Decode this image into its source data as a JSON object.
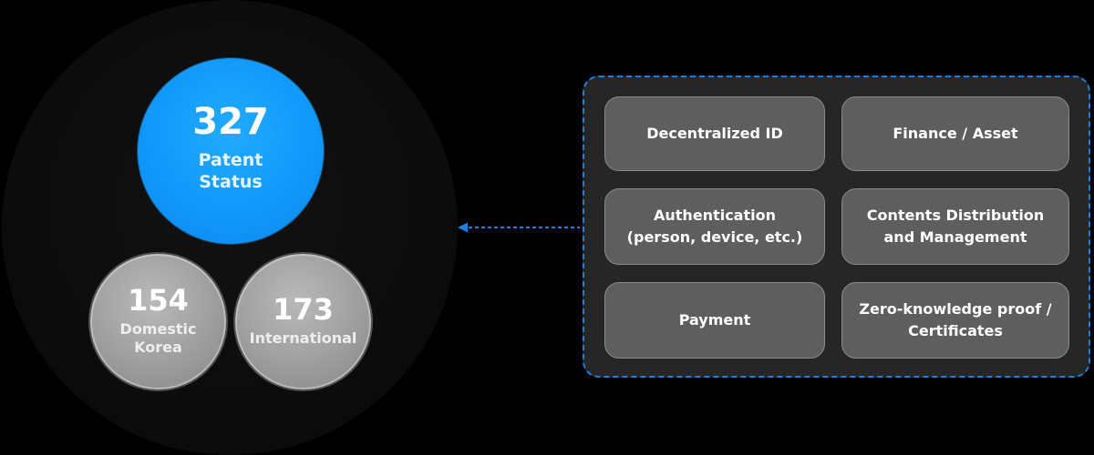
{
  "patent_total": {
    "value": "327",
    "label": "Patent\nStatus",
    "color": "#1199fb"
  },
  "domestic": {
    "value": "154",
    "label": "Domestic\nKorea"
  },
  "international": {
    "value": "173",
    "label": "International"
  },
  "categories": [
    "Decentralized ID",
    "Finance / Asset",
    "Authentication\n(person, device, etc.)",
    "Contents Distribution\nand Management",
    "Payment",
    "Zero-knowledge proof /\nCertificates"
  ],
  "colors": {
    "accent": "#1199fb",
    "panel_border": "#1e7fd8",
    "panel_bg": "#262626",
    "box_bg": "#5e5e5e"
  }
}
